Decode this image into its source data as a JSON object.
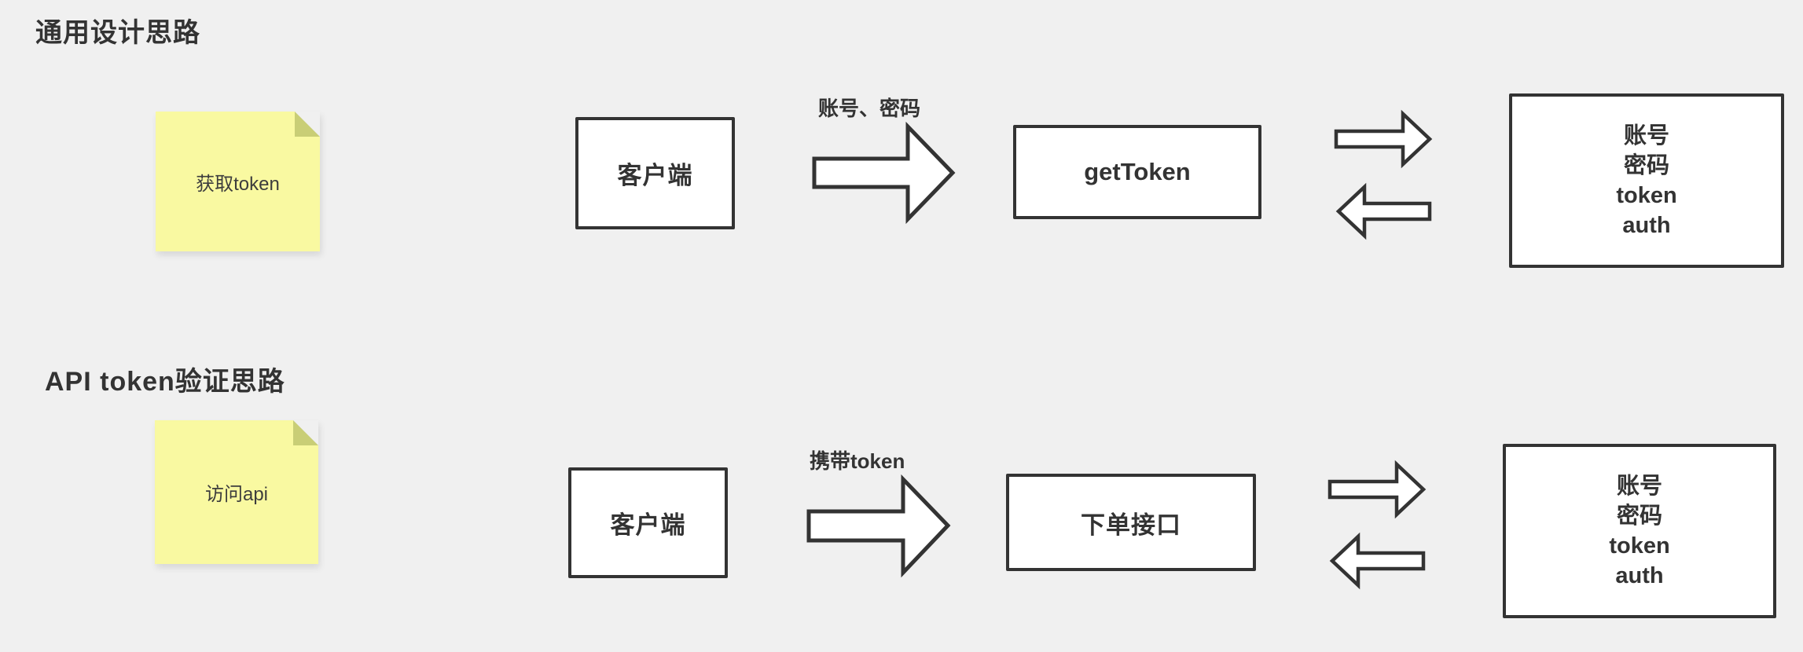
{
  "page": {
    "background": "#f0f0f0"
  },
  "colors": {
    "page_bg": "#f0f0f0",
    "note_bg": "#f9f9a1",
    "note_fold": "#c9ce76",
    "box_bg": "#ffffff",
    "box_border": "#333333",
    "text": "#333333"
  },
  "sections": [
    {
      "title": "通用设计思路",
      "note": {
        "text": "获取token"
      },
      "client_box": {
        "label": "客户端"
      },
      "request_arrow_label": "账号、密码",
      "endpoint_box": {
        "label": "getToken"
      },
      "store_box": {
        "lines": [
          "账号",
          "密码",
          "token",
          "auth"
        ]
      }
    },
    {
      "title": "API token验证思路",
      "note": {
        "text": "访问api"
      },
      "client_box": {
        "label": "客户端"
      },
      "request_arrow_label": "携带token",
      "endpoint_box": {
        "label": "下单接口"
      },
      "store_box": {
        "lines": [
          "账号",
          "密码",
          "token",
          "auth"
        ]
      }
    }
  ]
}
